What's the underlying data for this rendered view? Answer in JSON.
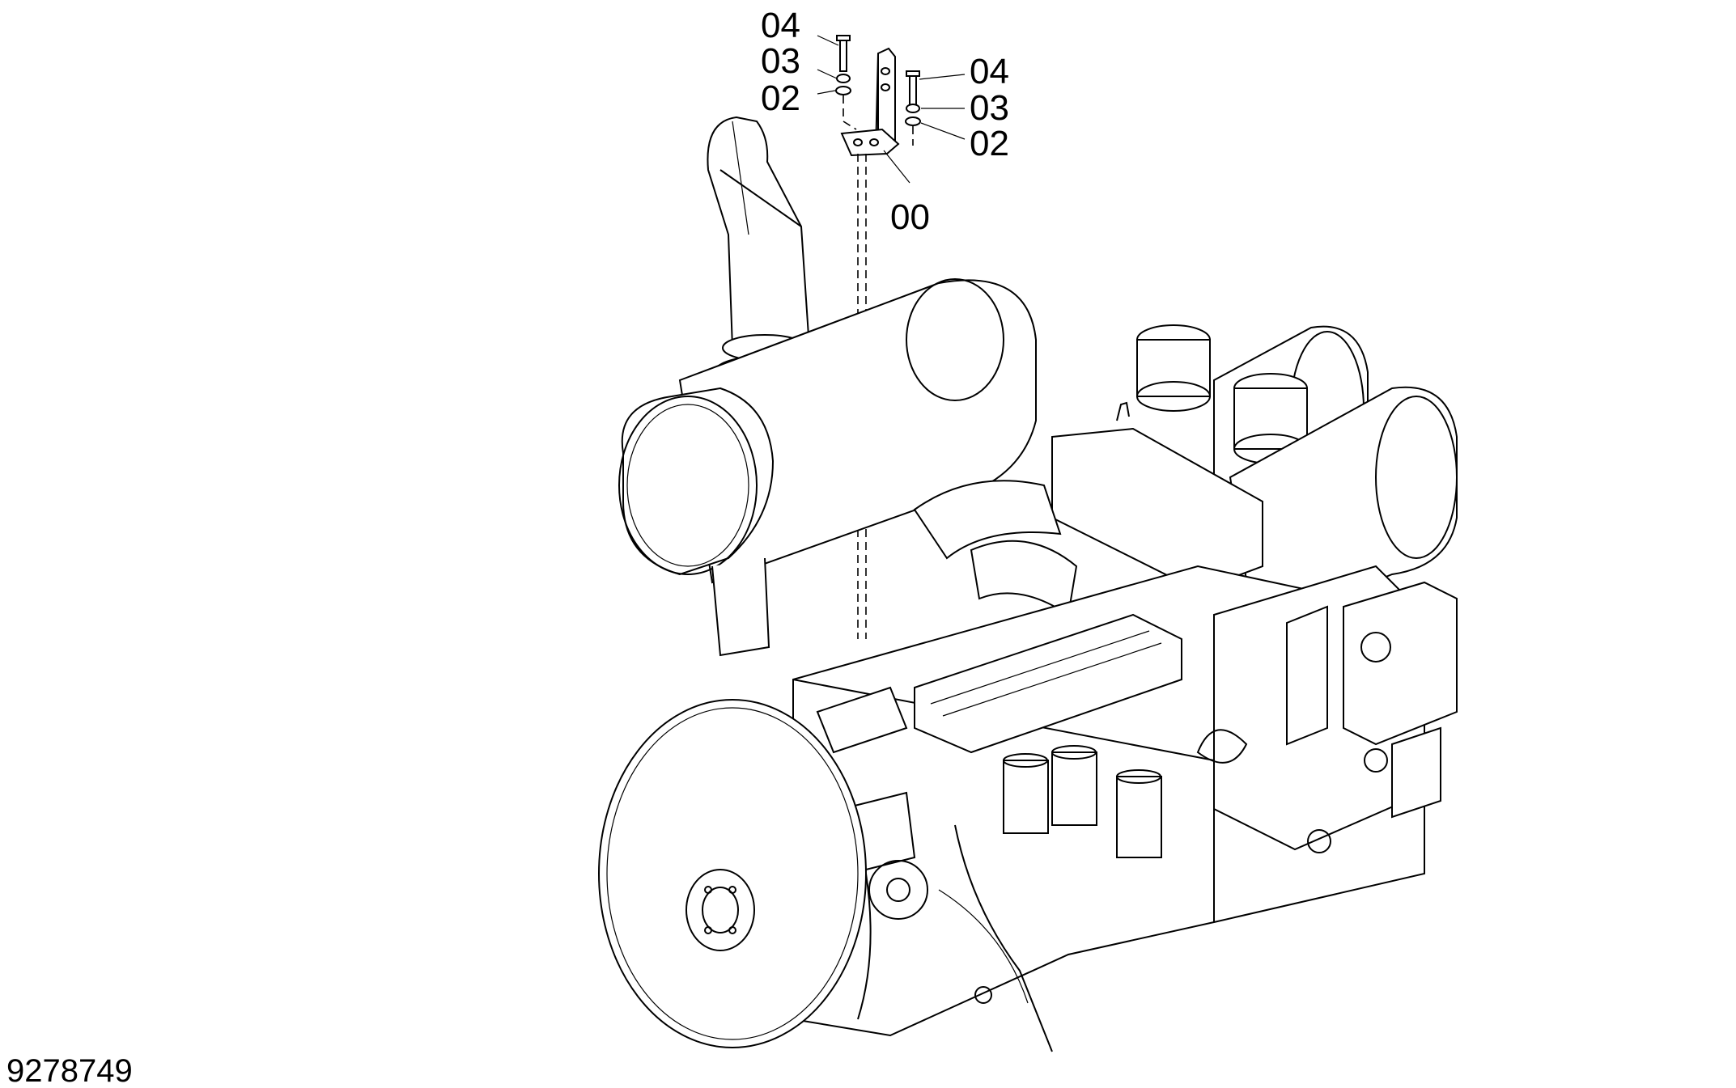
{
  "diagram": {
    "document_number": "9278749",
    "callouts": {
      "left_bolt": "04",
      "left_lock_washer": "03",
      "left_washer": "02",
      "right_bolt": "04",
      "right_lock_washer": "03",
      "right_washer": "02",
      "bracket": "00"
    }
  }
}
